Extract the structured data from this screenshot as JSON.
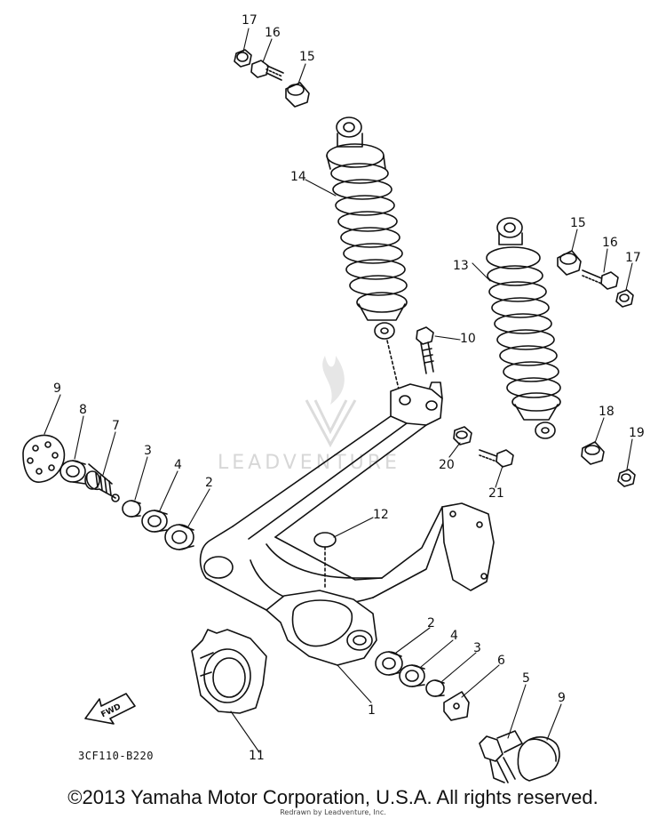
{
  "diagram": {
    "drawing_code": "3CF110-B220",
    "fwd_label": "FWD",
    "copyright": "©2013 Yamaha Motor Corporation, U.S.A. All rights reserved.",
    "redrawn_note": "Redrawn by Leadventure, Inc.",
    "watermark": "LEADVENTURE",
    "callouts": [
      {
        "id": "c-17a",
        "text": "17"
      },
      {
        "id": "c-16a",
        "text": "16"
      },
      {
        "id": "c-15a",
        "text": "15"
      },
      {
        "id": "c-14",
        "text": "14"
      },
      {
        "id": "c-15b",
        "text": "15"
      },
      {
        "id": "c-16b",
        "text": "16"
      },
      {
        "id": "c-17b",
        "text": "17"
      },
      {
        "id": "c-13",
        "text": "13"
      },
      {
        "id": "c-10",
        "text": "10"
      },
      {
        "id": "c-9a",
        "text": "9"
      },
      {
        "id": "c-8",
        "text": "8"
      },
      {
        "id": "c-7",
        "text": "7"
      },
      {
        "id": "c-3a",
        "text": "3"
      },
      {
        "id": "c-4a",
        "text": "4"
      },
      {
        "id": "c-2a",
        "text": "2"
      },
      {
        "id": "c-18",
        "text": "18"
      },
      {
        "id": "c-19",
        "text": "19"
      },
      {
        "id": "c-20",
        "text": "20"
      },
      {
        "id": "c-21",
        "text": "21"
      },
      {
        "id": "c-12",
        "text": "12"
      },
      {
        "id": "c-2b",
        "text": "2"
      },
      {
        "id": "c-4b",
        "text": "4"
      },
      {
        "id": "c-3b",
        "text": "3"
      },
      {
        "id": "c-6",
        "text": "6"
      },
      {
        "id": "c-5",
        "text": "5"
      },
      {
        "id": "c-9b",
        "text": "9"
      },
      {
        "id": "c-1",
        "text": "1"
      },
      {
        "id": "c-11",
        "text": "11"
      }
    ]
  }
}
